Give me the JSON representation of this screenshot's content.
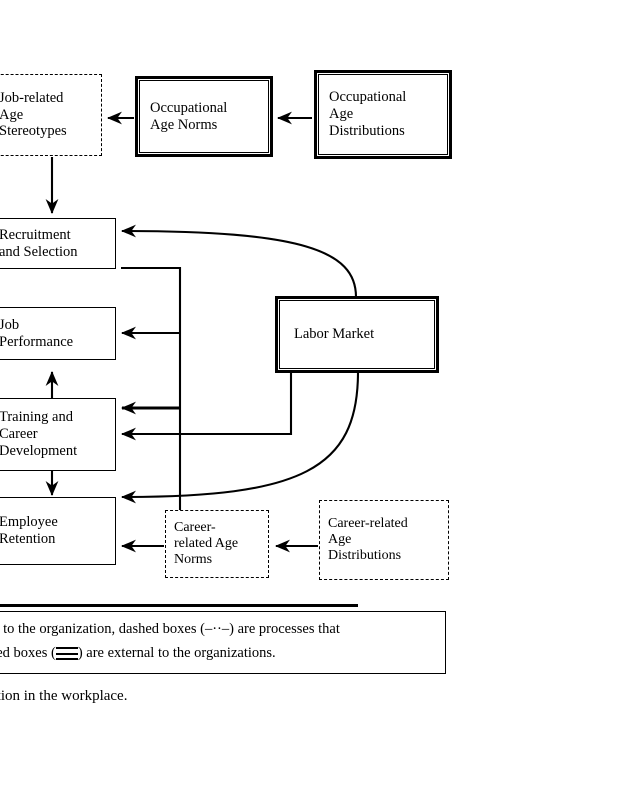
{
  "figure": {
    "type": "flow-diagram",
    "nodes": [
      {
        "id": "job-related-age-stereotypes",
        "label": "Job-related\nAge\nStereotypes",
        "style": "dashed",
        "category": "process-outside-organization"
      },
      {
        "id": "occupational-age-norms",
        "label": "Occupational\nAge Norms",
        "style": "double-lined",
        "category": "external-to-organization"
      },
      {
        "id": "occupational-age-distributions",
        "label": "Occupational\nAge\nDistributions",
        "style": "double-lined",
        "category": "external-to-organization"
      },
      {
        "id": "recruitment-and-selection",
        "label": "Recruitment\nand Selection",
        "style": "solid",
        "category": "internal-to-organization"
      },
      {
        "id": "job-performance",
        "label": "Job\nPerformance",
        "style": "solid",
        "category": "internal-to-organization"
      },
      {
        "id": "training-and-career-development",
        "label": "Training and\nCareer\nDevelopment",
        "style": "solid",
        "category": "internal-to-organization"
      },
      {
        "id": "employee-retention",
        "label": "Employee\nRetention",
        "style": "solid",
        "category": "internal-to-organization"
      },
      {
        "id": "labor-market",
        "label": "Labor Market",
        "style": "double-lined",
        "category": "external-to-organization"
      },
      {
        "id": "career-related-age-norms",
        "label": "Career-\nrelated Age\nNorms",
        "style": "dashed",
        "category": "process-outside-organization"
      },
      {
        "id": "career-related-age-distributions",
        "label": "Career-related\nAge\nDistributions",
        "style": "dashed",
        "category": "process-outside-organization"
      }
    ],
    "edges": [
      {
        "from": "occupational-age-distributions",
        "to": "occupational-age-norms"
      },
      {
        "from": "occupational-age-norms",
        "to": "job-related-age-stereotypes"
      },
      {
        "from": "job-related-age-stereotypes",
        "to": "recruitment-and-selection"
      },
      {
        "from": "labor-market",
        "to": "recruitment-and-selection"
      },
      {
        "from": "labor-market",
        "to": "employee-retention"
      },
      {
        "from": "recruitment-and-selection",
        "to": "job-performance"
      },
      {
        "from": "recruitment-and-selection",
        "to": "training-and-career-development"
      },
      {
        "from": "training-and-career-development",
        "to": "job-performance"
      },
      {
        "from": "training-and-career-development",
        "to": "employee-retention"
      },
      {
        "from": "career-related-age-norms",
        "to": "employee-retention"
      },
      {
        "from": "career-related-age-distributions",
        "to": "career-related-age-norms"
      }
    ]
  },
  "nodes_text": {
    "job_related_age_stereotypes": "Job-related\nAge\nStereotypes",
    "occupational_age_norms": "Occupational\nAge Norms",
    "occupational_age_distributions": "Occupational\nAge\nDistributions",
    "recruitment_and_selection": "Recruitment\nand Selection",
    "job_performance": "Job\nPerformance",
    "training_and_career_development": "Training and\nCareer\nDevelopment",
    "employee_retention": "Employee\nRetention",
    "labor_market": "Labor Market",
    "career_related_age_norms": "Career-\nrelated Age\nNorms",
    "career_related_age_distributions": "Career-related\nAge\nDistributions"
  },
  "legend": {
    "line1_prefix": "al to the organization, dashed boxes (",
    "line1_suffix": ") are processes that",
    "line2_prefix": "ned boxes (",
    "line2_suffix": ") are external to the organizations.",
    "dash_symbol": "–··–"
  },
  "caption": {
    "text": "ation in the workplace."
  },
  "colors": {
    "ink": "#000000",
    "paper": "#ffffff"
  }
}
